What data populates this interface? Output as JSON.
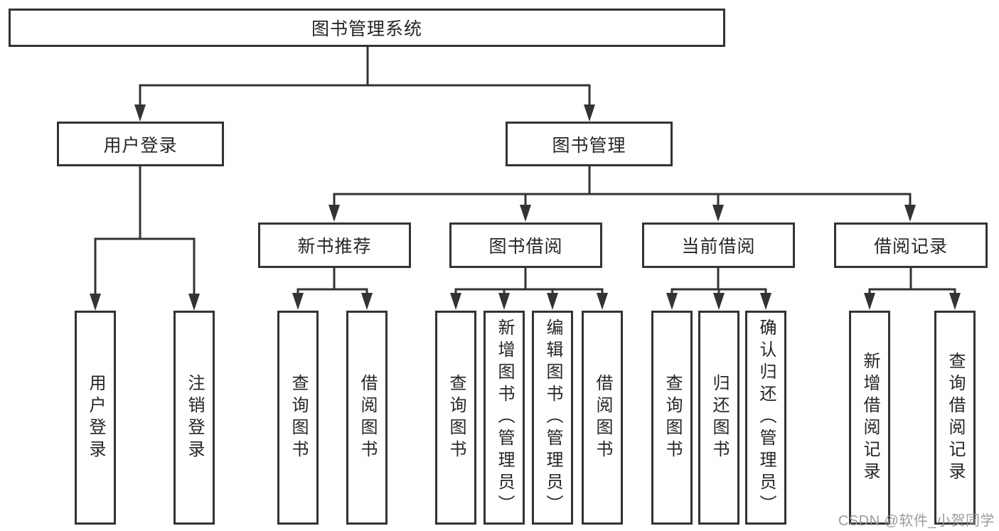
{
  "diagram_title": "图书管理系统",
  "tree": {
    "root": {
      "label": "图书管理系统",
      "children": [
        {
          "label": "用户登录",
          "children": [
            {
              "label": "用户登录"
            },
            {
              "label": "注销登录"
            }
          ]
        },
        {
          "label": "图书管理",
          "children": [
            {
              "label": "新书推荐",
              "children": [
                {
                  "label": "查询图书"
                },
                {
                  "label": "借阅图书"
                }
              ]
            },
            {
              "label": "图书借阅",
              "children": [
                {
                  "label": "查询图书"
                },
                {
                  "label": "新增图书（管理员）"
                },
                {
                  "label": "编辑图书（管理员）"
                },
                {
                  "label": "借阅图书"
                }
              ]
            },
            {
              "label": "当前借阅",
              "children": [
                {
                  "label": "查询图书"
                },
                {
                  "label": "归还图书"
                },
                {
                  "label": "确认归还（管理员）"
                }
              ]
            },
            {
              "label": "借阅记录",
              "children": [
                {
                  "label": "新增借阅记录"
                },
                {
                  "label": "查询借阅记录"
                }
              ]
            }
          ]
        }
      ]
    }
  },
  "watermark": {
    "text": "CSDN @软件_小贺同学"
  },
  "colors": {
    "line": "#333333",
    "box_border": "#333333",
    "text": "#262626",
    "background": "#ffffff",
    "watermark": "#949494"
  }
}
